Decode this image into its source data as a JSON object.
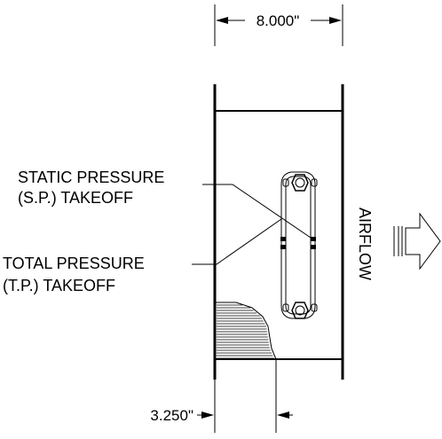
{
  "dimensions": {
    "top_width": "8.000\"",
    "bottom_offset": "3.250\""
  },
  "labels": {
    "static_line1": "STATIC PRESSURE",
    "static_line2": "(S.P.) TAKEOFF",
    "total_line1": "TOTAL PRESSURE",
    "total_line2": "(T.P.) TAKEOFF",
    "airflow": "AIRFLOW"
  }
}
